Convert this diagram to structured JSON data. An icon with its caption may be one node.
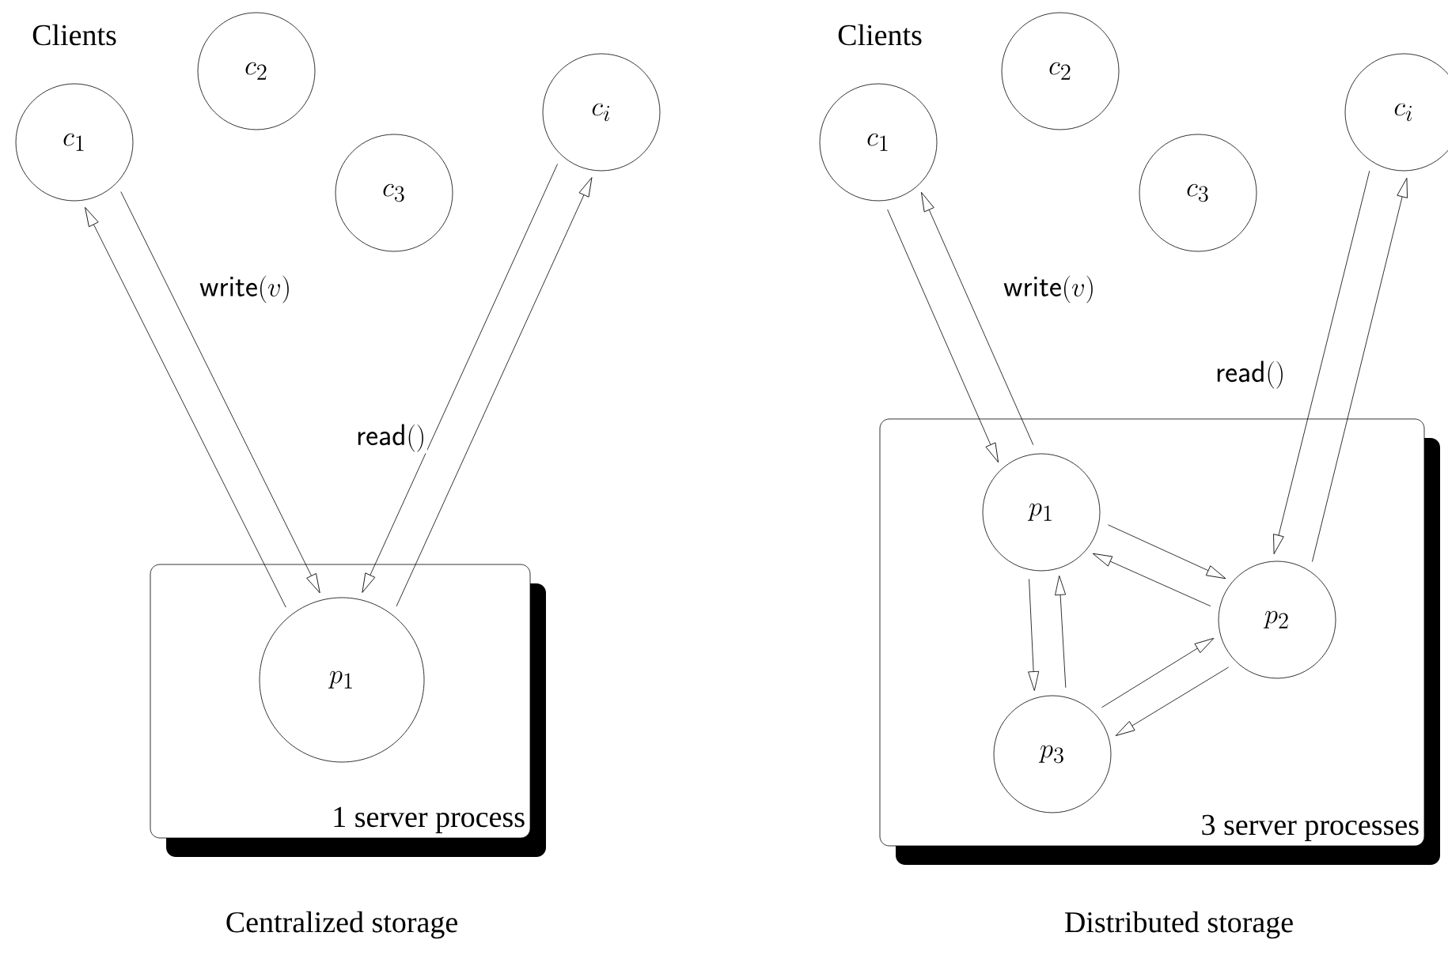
{
  "diagram": {
    "nodes": [
      {
        "text": [
          "c_1"
        ]
      },
      {
        "text": [
          "c_2"
        ]
      },
      {
        "text": [
          "c_3"
        ]
      },
      {
        "text": [
          "c_i"
        ]
      },
      {
        "text": [
          "1 server process"
        ]
      },
      {
        "text": [
          "p_1"
        ],
        "in": 4
      },
      {
        "text": [
          "c_1"
        ]
      },
      {
        "text": [
          "c_2"
        ]
      },
      {
        "text": [
          "c_3"
        ]
      },
      {
        "text": [
          "c_i"
        ]
      },
      {
        "text": [
          "3 server processes"
        ]
      },
      {
        "text": [
          "p_1"
        ],
        "in": 10
      },
      {
        "text": [
          "p_2"
        ],
        "in": 10
      },
      {
        "text": [
          "p_3"
        ],
        "in": 10
      }
    ],
    "edges": [
      {
        "from": 0,
        "to": 5,
        "arrow": "to",
        "label": "\\mathsf{write}(v)"
      },
      {
        "from": 5,
        "to": 0,
        "arrow": "to"
      },
      {
        "from": 3,
        "to": 5,
        "arrow": "to",
        "label": "\\mathsf{read}()"
      },
      {
        "from": 5,
        "to": 3,
        "arrow": "to"
      },
      {
        "from": 6,
        "to": 11,
        "arrow": "to"
      },
      {
        "from": 11,
        "to": 6,
        "arrow": "to",
        "label": "\\mathsf{write}(v)"
      },
      {
        "from": 9,
        "to": 12,
        "arrow": "to",
        "label": "\\mathsf{read}()"
      },
      {
        "from": 12,
        "to": 9,
        "arrow": "to"
      },
      {
        "from": 11,
        "to": 12,
        "arrow": "to"
      },
      {
        "from": 12,
        "to": 11,
        "arrow": "to"
      },
      {
        "from": 11,
        "to": 13,
        "arrow": "to"
      },
      {
        "from": 13,
        "to": 11,
        "arrow": "to"
      },
      {
        "from": 13,
        "to": 12,
        "arrow": "to"
      },
      {
        "from": 12,
        "to": 13,
        "arrow": "to"
      }
    ],
    "labels": [
      "Clients",
      "Clients",
      "Centralized storage",
      "Distributed storage"
    ]
  }
}
